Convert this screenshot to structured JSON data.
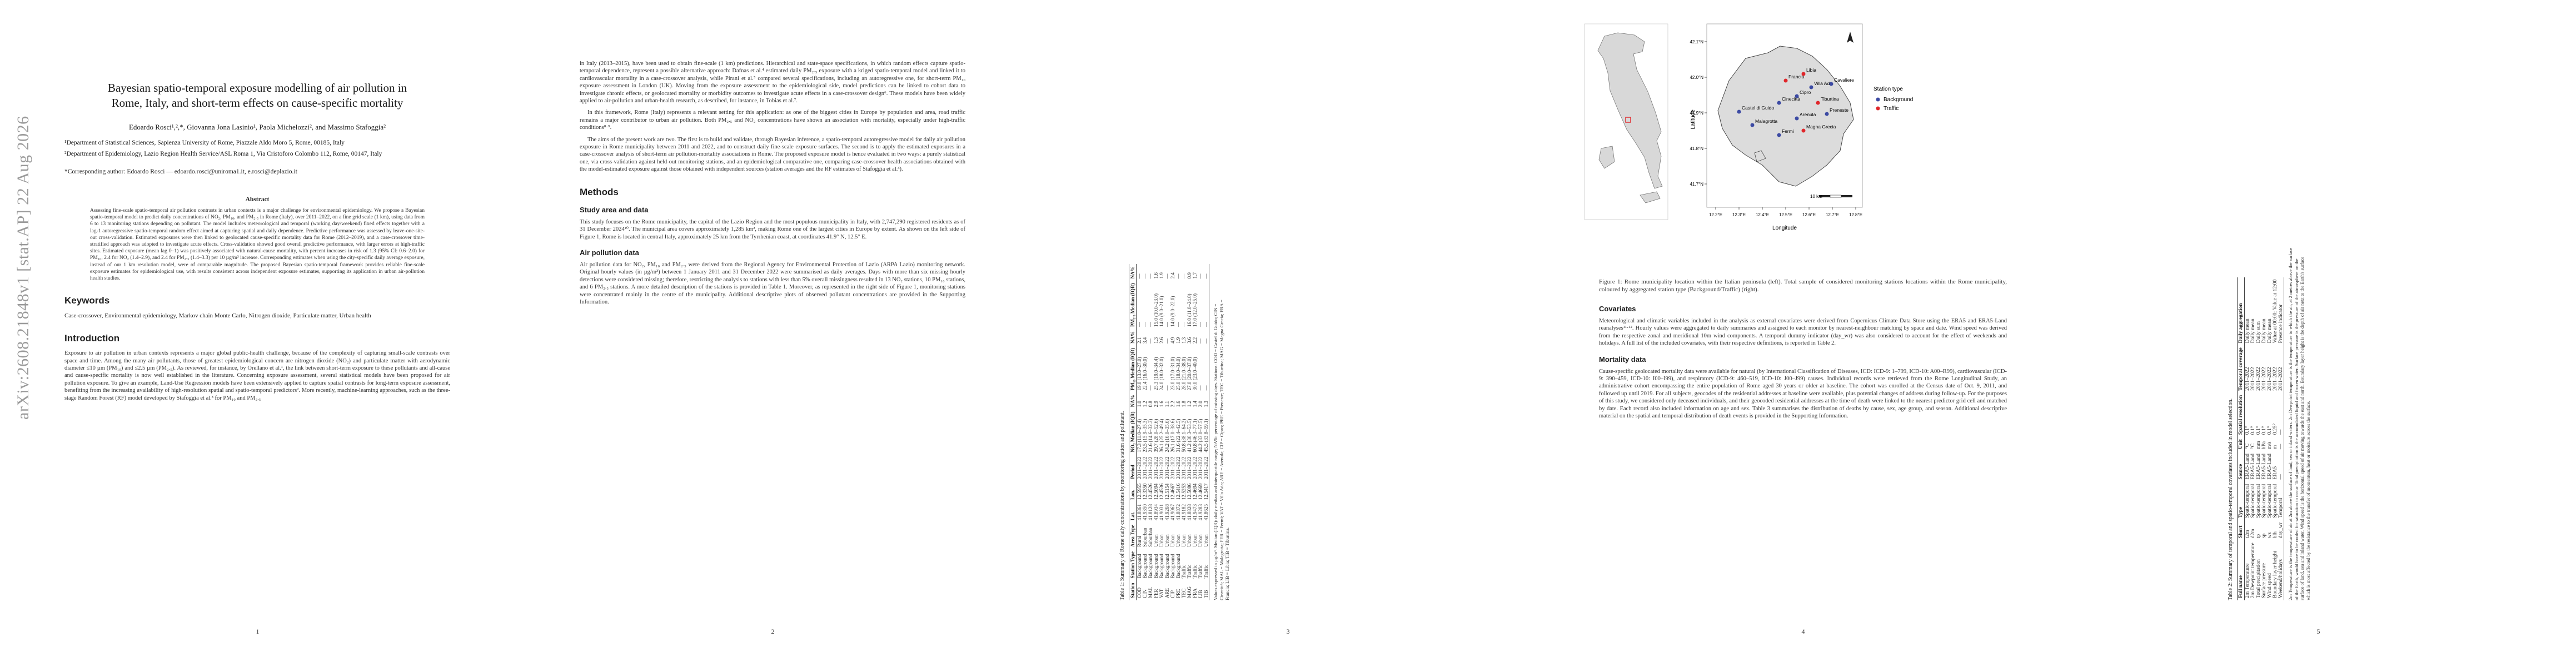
{
  "arxiv_id": "arXiv:2608.21848v1  [stat.AP]  22 Aug 2026",
  "paper": {
    "title_line1": "Bayesian spatio-temporal exposure modelling of air pollution in",
    "title_line2": "Rome, Italy, and short-term effects on cause-specific mortality",
    "authors": "Edoardo Rosci¹,²,*, Giovanna Jona Lasinio¹, Paola Michelozzi², and Massimo Stafoggia²",
    "affil1": "¹Department of Statistical Sciences, Sapienza University of Rome, Piazzale Aldo Moro 5, Rome, 00185, Italy",
    "affil2": "²Department of Epidemiology, Lazio Region Health Service/ASL Roma 1, Via Cristoforo Colombo 112, Rome, 00147, Italy",
    "corresponding": "*Corresponding author: Edoardo Rosci — edoardo.rosci@uniroma1.it, e.rosci@deplazio.it",
    "abstract_heading": "Abstract",
    "abstract": "Assessing fine-scale spatio-temporal air pollution contrasts in urban contexts is a major challenge for environmental epidemiology. We propose a Bayesian spatio-temporal model to predict daily concentrations of NO₂, PM₁₀, and PM₂.₅ in Rome (Italy), over 2011–2022, on a fine grid scale (1 km), using data from 6 to 13 monitoring stations depending on pollutant. The model includes meteorological and temporal (working day/weekend) fixed effects together with a lag-1 autoregressive spatio-temporal random effect aimed at capturing spatial and daily dependence. Predictive performance was assessed by leave-one-site-out cross-validation. Estimated exposures were then linked to geolocated cause-specific mortality data for Rome (2012–2019), and a case-crossover time-stratified approach was adopted to investigate acute effects. Cross-validation showed good overall predictive performance, with larger errors at high-traffic sites. Estimated exposure (mean lag 0–1) was positively associated with natural-cause mortality, with percent increases in risk of 1.3 (95% CI: 0.6–2.0) for PM₁₀, 2.4 for NO₂ (1.4–2.9), and 2.4 for PM₂.₅ (1.4–3.3) per 10 µg/m³ increase. Corresponding estimates when using the city-specific daily average exposure, instead of our 1 km resolution model, were of comparable magnitude. The proposed Bayesian spatio-temporal framework provides reliable fine-scale exposure estimates for epidemiological use, with results consistent across independent exposure estimates, supporting its application in urban air-pollution health studies.",
    "keywords_heading": "Keywords",
    "keywords": "Case-crossover, Environmental epidemiology, Markov chain Monte Carlo, Nitrogen dioxide, Particulate matter, Urban health",
    "intro_heading": "Introduction",
    "intro": "Exposure to air pollution in urban contexts represents a major global public-health challenge, because of the complexity of capturing small-scale contrasts over space and time. Among the many air pollutants, those of greatest epidemiological concern are nitrogen dioxide (NO₂) and particulate matter with aerodynamic diameter ≤10 µm (PM₁₀) and ≤2.5 µm (PM₂.₅). As reviewed, for instance, by Orellano et al.¹, the link between short-term exposure to these pollutants and all-cause and cause-specific mortality is now well established in the literature. Concerning exposure assessment, several statistical models have been proposed for air pollution exposure. To give an example, Land-Use Regression models have been extensively applied to capture spatial contrasts for long-term exposure assessment, benefiting from the increasing availability of high-resolution spatial and spatio-temporal predictors². More recently, machine-learning approaches, such as the three-stage Random Forest (RF) model developed by Stafoggia et al.³ for PM₁₀ and PM₂.₅",
    "page1_num": "1",
    "p2_intro": "in Italy (2013–2015), have been used to obtain fine-scale (1 km) predictions. Hierarchical and state-space specifications, in which random effects capture spatio-temporal dependence, represent a possible alternative approach: Dafnas et al.⁴ estimated daily PM₂.₅ exposure with a kriged spatio-temporal model and linked it to cardiovascular mortality in a case-crossover analysis, while Pirani et al.⁵ compared several specifications, including an autoregressive one, for short-term PM₁₀ exposure assessment in London (UK). Moving from the exposure assessment to the epidemiological side, model predictions can be linked to cohort data to investigate chronic effects, or geolocated mortality or morbidity outcomes to investigate acute effects in a case-crossover design⁶. These models have been widely applied to air-pollution and urban-health research, as described, for instance, in Tobias et al.⁷.",
    "p2_framework": "In this framework, Rome (Italy) represents a relevant setting for this application: as one of the biggest cities in Europe by population and area, road traffic remains a major contributor to urban air pollution. Both PM₂.₅ and NO₂ concentrations have shown an association with mortality, especially under high-traffic conditions⁸·⁹.",
    "p2_aims": "The aims of the present work are two. The first is to build and validate, through Bayesian inference, a spatio-temporal autoregressive model for daily air pollution exposure in Rome municipality between 2011 and 2022, and to construct daily fine-scale exposure surfaces. The second is to apply the estimated exposures in a case-crossover analysis of short-term air pollution-mortality associations in Rome. The proposed exposure model is hence evaluated in two ways: a purely statistical one, via cross-validation against held-out monitoring stations, and an epidemiological comparative one, comparing case-crossover health associations obtained with the model-estimated exposure against those obtained with independent sources (station averages and the RF estimates of Stafoggia et al.³).",
    "methods_heading": "Methods",
    "study_heading": "Study area and data",
    "study_text": "This study focuses on the Rome municipality, the capital of the Lazio Region and the most populous municipality in Italy, with 2,747,290 registered residents as of 31 December 2024¹⁰. The municipal area covers approximately 1,285 km², making Rome one of the largest cities in Europe by extent. As shown on the left side of Figure 1, Rome is located in central Italy, approximately 25 km from the Tyrrhenian coast, at coordinates 41.9° N, 12.5° E.",
    "airpol_heading": "Air pollution data",
    "airpol_text": "Air pollution data for NO₂, PM₁₀ and PM₂.₅ were derived from the Regional Agency for Environmental Protection of Lazio (ARPA Lazio) monitoring network. Original hourly values (in µg/m³) between 1 January 2011 and 31 December 2022 were summarised as daily averages. Days with more than six missing hourly detections were considered missing; therefore, restricting the analysis to stations with less than 5% overall missingness resulted in 13 NO₂ stations, 10 PM₁₀ stations, and 6 PM₂.₅ stations. A more detailed description of the stations is provided in Table 1. Moreover, as represented in the right side of Figure 1, monitoring stations were concentrated mainly in the centre of the municipality. Additional descriptive plots of observed pollutant concentrations are provided in the Supporting Information.",
    "page2_num": "2",
    "page3_num": "3",
    "page4_num": "4",
    "page5_num": "5"
  },
  "table1": {
    "caption": "Table 1: Summary of Rome daily concentrations by monitoring station and pollutant.",
    "headers": [
      "Station",
      "Station Type",
      "Area Type",
      "Lat.",
      "Lon.",
      "Period",
      "NO₂ Median (IQR)",
      "NA%",
      "PM₁₀ Median (IQR)",
      "NA%",
      "PM₂.₅ Median (IQR)",
      "NA%"
    ],
    "rows": [
      [
        "COD",
        "Background",
        "Rural",
        "41.8861",
        "12.5955",
        "2011–2022",
        "17.3 (11.0–27.4)",
        "1.0",
        "19.0 (13.0–27.0)",
        "2.1",
        "—",
        "—"
      ],
      [
        "CIN",
        "Background",
        "Suburban",
        "41.9350",
        "12.3350",
        "2011–2022",
        "23.5 (15.9–35.3)",
        "1.2",
        "22.4 (16.0–30.0)",
        "3.4",
        "—",
        "—"
      ],
      [
        "MAL",
        "Background",
        "Suburban",
        "41.8128",
        "12.4526",
        "2011–2022",
        "21.6 (14.6–32.3)",
        "0.8",
        "—",
        "—",
        "—",
        "—"
      ],
      [
        "FER",
        "Background",
        "Urban",
        "41.8934",
        "12.5094",
        "2011–2022",
        "39.7 (28.0–52.6)",
        "2.9",
        "25.3 (19.0–34.4)",
        "1.3",
        "15.0 (10.0–23.0)",
        "1.6"
      ],
      [
        "VAT",
        "Background",
        "Urban",
        "41.9031",
        "12.4536",
        "2011–2022",
        "36.1 (25.2–49.4)",
        "1.6",
        "24.0 (18.0–32.0)",
        "2.6",
        "14.0 (9.0–21.0)",
        "1.9"
      ],
      [
        "ARE",
        "Background",
        "Urban",
        "41.9268",
        "12.5154",
        "2011–2022",
        "24.2 (16.0–35.6)",
        "1.1",
        "—",
        "—",
        "—",
        "—"
      ],
      [
        "CIP",
        "Background",
        "Urban",
        "41.9067",
        "12.4667",
        "2011–2022",
        "26.1 (17.0–38.6)",
        "2.2",
        "23.0 (17.0–31.0)",
        "4.9",
        "14.0 (9.0–22.0)",
        "2.4"
      ],
      [
        "PRE",
        "Background",
        "Urban",
        "41.8872",
        "12.5416",
        "2011–2022",
        "31.6 (22.4–42.5)",
        "1.6",
        "25.0 (18.0–34.0)",
        "1.9",
        "—",
        "—"
      ],
      [
        "TEC",
        "Traffic",
        "Urban",
        "41.9182",
        "12.5253",
        "2011–2022",
        "50.8 (38.1–64.2)",
        "1.8",
        "28.0 (21.0–38.0)",
        "1.3",
        "—",
        "—"
      ],
      [
        "MAG",
        "Traffic",
        "Urban",
        "41.8828",
        "12.5086",
        "2011–2022",
        "41.2 (30.3–53.5)",
        "1.2",
        "27.0 (20.0–37.0)",
        "3.6",
        "16.0 (11.0–24.0)",
        "0.9"
      ],
      [
        "FRA",
        "Traffic",
        "Urban",
        "41.9473",
        "12.4694",
        "2011–2022",
        "60.8 (46.3–77.1)",
        "1.4",
        "30.0 (23.0–40.0)",
        "2.2",
        "17.0 (12.0–25.0)",
        "1.7"
      ],
      [
        "LIB",
        "Traffic",
        "Urban",
        "41.9283",
        "12.4669",
        "2011–2022",
        "44.2 (33.0–57.5)",
        "2.0",
        "—",
        "—",
        "—",
        "—"
      ],
      [
        "TIB",
        "Traffic",
        "Urban",
        "41.8625",
        "12.5417",
        "2011–2022",
        "45.5 (33.8–59.1)",
        "1.3",
        "—",
        "—",
        "—",
        "—"
      ]
    ],
    "note": "Values expressed in µg/m³. Median (IQR): daily median and interquartile range; NA%: percentage of missing days. Stations: COD = Castel di Guido; CIN = Cinecittà; MAL = Malagrotta; FER = Fermi; VAT = Villa Ada; ARE = Arenula; CIP = Cipro; PRE = Preneste; TEC = Tiburtina; MAG = Magna Grecia; FRA = Francia; LIB = Libia; TIB = Tiburtina."
  },
  "figure1": {
    "lat_ticks": [
      "42.1°N",
      "42.0°N",
      "41.9°N",
      "41.8°N",
      "41.7°N"
    ],
    "lon_ticks": [
      "12.2°E",
      "12.3°E",
      "12.4°E",
      "12.5°E",
      "12.6°E",
      "12.7°E",
      "12.8°E"
    ],
    "ylabel": "Latitude",
    "xlabel": "Longitude",
    "legend_title": "Station type",
    "legend_items": [
      "Background",
      "Traffic"
    ],
    "scale_label": "10 km",
    "colors": {
      "background": "#3c4aa3",
      "traffic": "#e0262a",
      "land": "#d8d8d8"
    },
    "stations": [
      {
        "name": "Francia",
        "type": "traffic"
      },
      {
        "name": "Cinecittà",
        "type": "background"
      },
      {
        "name": "Cipro",
        "type": "background"
      },
      {
        "name": "Villa Ada",
        "type": "background"
      },
      {
        "name": "Tiburtina",
        "type": "traffic"
      },
      {
        "name": "Castel di Guido",
        "type": "background"
      },
      {
        "name": "Arenula",
        "type": "background"
      },
      {
        "name": "Preneste",
        "type": "background"
      },
      {
        "name": "Malagrotta",
        "type": "background"
      },
      {
        "name": "Fermi",
        "type": "background"
      },
      {
        "name": "Magna Grecia",
        "type": "traffic"
      },
      {
        "name": "Cavaliere",
        "type": "background"
      },
      {
        "name": "Libia",
        "type": "traffic"
      }
    ],
    "caption": "Figure 1: Rome municipality location within the Italian peninsula (left). Total sample of considered monitoring stations locations within the Rome municipality, coloured by aggregated station type (Background/Traffic) (right)."
  },
  "page4": {
    "covariates_heading": "Covariates",
    "covariates_text": "Meteorological and climatic variables included in the analysis as external covariates were derived from Copernicus Climate Data Store using the ERA5 and ERA5-Land reanalyses¹¹·¹². Hourly values were aggregated to daily summaries and assigned to each monitor by nearest-neighbour matching by space and date. Wind speed was derived from the respective zonal and meridional 10m wind components. A temporal dummy indicator (day_wr) was also considered to account for the effect of weekends and holidays. A full list of the included covariates, with their respective definitions, is reported in Table 2.",
    "mortality_heading": "Mortality data",
    "mortality_text": "Cause-specific geolocated mortality data were available for natural (by International Classification of Diseases, ICD: ICD-9: 1–799, ICD-10: A00–R99), cardiovascular (ICD-9: 390–459, ICD-10: I00–I99), and respiratory (ICD-9: 460–519, ICD-10: J00–J99) causes. Individual records were retrieved from the Rome Longitudinal Study, an administrative cohort encompassing the entire population of Rome aged 30 years or older at baseline. The cohort was enrolled at the Census date of Oct. 9, 2011, and followed up until 2019. For all subjects, geocodes of the residential addresses at baseline were available, plus potential changes of address during follow-up. For the purposes of this study, we considered only deceased individuals, and their geocoded residential addresses at the time of death were linked to the nearest predictor grid cell and matched by date. Each record also included information on age and sex. Table 3 summarises the distribution of deaths by cause, sex, age group, and season. Additional descriptive material on the spatial and temporal distribution of death events is provided in the Supporting Information."
  },
  "table2": {
    "caption": "Table 2: Summary of temporal and spatio-temporal covariates included in model selection.",
    "headers": [
      "Full name",
      "Short",
      "Type",
      "Source",
      "Unit",
      "Spatial resolution",
      "Temporal coverage",
      "Daily aggregation"
    ],
    "rows": [
      [
        "2m Temperature",
        "t2m",
        "Spatio-temporal",
        "ERA5-Land",
        "°C",
        "0.1°",
        "2011–2022",
        "Daily mean"
      ],
      [
        "2m Dewpoint temperature",
        "d2m",
        "Spatio-temporal",
        "ERA5-Land",
        "°C",
        "0.1°",
        "2011–2022",
        "Daily mean"
      ],
      [
        "Total precipitation",
        "tp",
        "Spatio-temporal",
        "ERA5-Land",
        "mm",
        "0.1°",
        "2011–2022",
        "Daily sum"
      ],
      [
        "Surface pressure",
        "sp",
        "Spatio-temporal",
        "ERA5-Land",
        "hPa",
        "0.1°",
        "2011–2022",
        "Daily mean"
      ],
      [
        "Wind speed",
        "ws",
        "Spatio-temporal",
        "ERA5-Land",
        "m/s",
        "0.1°",
        "2011–2022",
        "Daily mean"
      ],
      [
        "Boundary layer height",
        "blh",
        "Spatio-temporal",
        "ERA5",
        "m",
        "0.25°",
        "2011–2022",
        "Value at 00:00; Value at 12:00"
      ],
      [
        "Weekend/holidays",
        "day_wr",
        "Temporal",
        "—",
        "—",
        "—",
        "2011–2022",
        "Presence indicator"
      ]
    ],
    "note": "2m Temperature is the temperature of air at 2m above the surface of land, sea or inland waters. 2m Dewpoint temperature is the temperature to which the air, at 2 metres above the surface of the Earth, would have to be cooled for saturation to occur. Total precipitation is the accumulated liquid and frozen water. Surface pressure is the pressure of the atmosphere on the surface of land, sea and inland water. Wind speed is the horizontal speed of air moving towards the east and north. Boundary layer height is the depth of air next to the Earth's surface which is most affected by the resistance to the transfer of momentum, heat or moisture across the surface."
  }
}
